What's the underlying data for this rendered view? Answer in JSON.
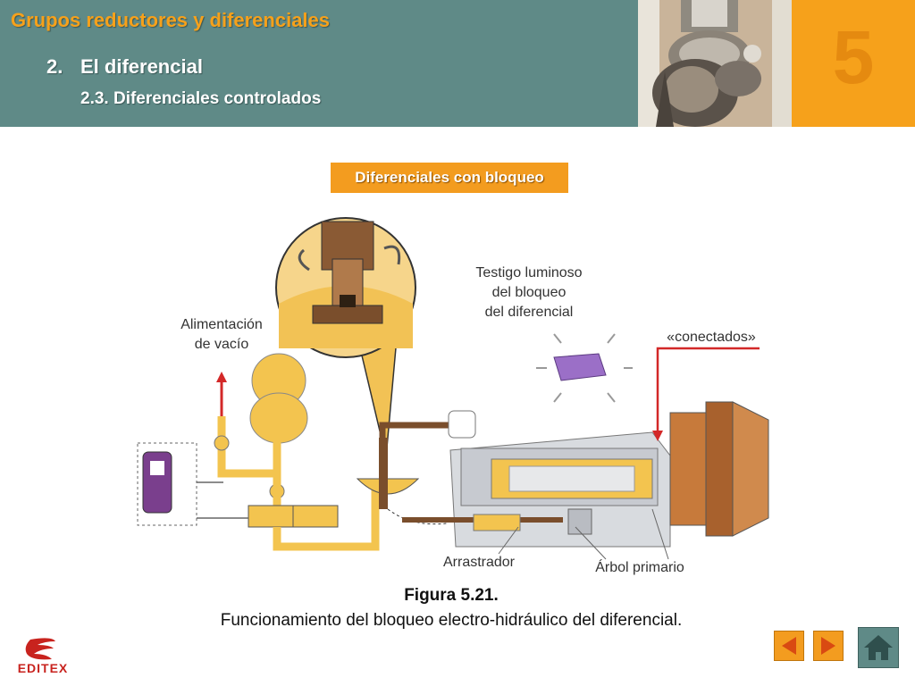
{
  "header": {
    "title": "Grupos reductores y diferenciales",
    "section_number": "2.",
    "section_title": "El diferencial",
    "subsection": "2.3. Diferenciales controlados",
    "chapter_number": "5"
  },
  "badge": {
    "label": "Diferenciales con bloqueo"
  },
  "diagram": {
    "labels": {
      "vacuum": [
        "Alimentación",
        "de vacío"
      ],
      "lamp": [
        "Testigo luminoso",
        "del bloqueo",
        "del diferencial"
      ],
      "connected": "«conectados»",
      "dragger": "Arrastrador",
      "shaft": "Árbol primario"
    },
    "colors": {
      "accent": "#f39c1f",
      "fluid": "#f3c44f",
      "arrow": "#d32828",
      "lamp": "#9b6fc7",
      "teal": "#5f8a87"
    }
  },
  "caption": {
    "title": "Figura 5.21.",
    "text": "Funcionamiento del bloqueo electro-hidráulico del diferencial."
  },
  "logo": {
    "text": "EDITEX"
  },
  "nav": {
    "prev_icon": "arrow-left-icon",
    "next_icon": "arrow-right-icon",
    "home_icon": "home-icon"
  }
}
